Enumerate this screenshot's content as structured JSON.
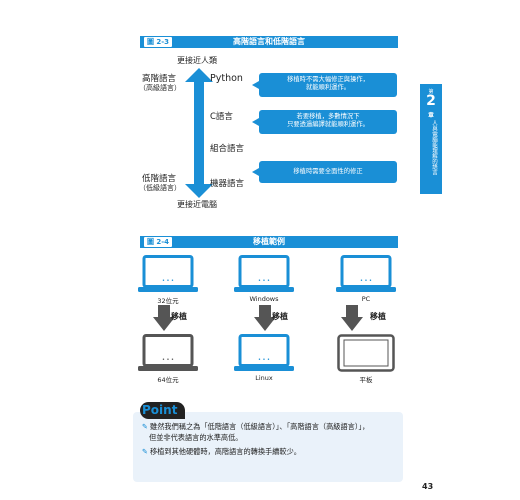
{
  "figure1": {
    "tag": "圖 2-3",
    "title": "高階語言和低階語言",
    "top_label": "更接近人類",
    "bottom_label": "更接近電腦",
    "high_label": "高階語言",
    "high_sub": "（高級語言）",
    "low_label": "低階語言",
    "low_sub": "（低級語言）",
    "languages": [
      "Python",
      "C語言",
      "組合語言",
      "機器語言"
    ],
    "callouts": [
      "移植時不需大幅修正與操作，\n就能順利運作。",
      "若要移植，多數情況下\n只要透過編譯就能順利運作。",
      "移植時需要全面性的修正"
    ]
  },
  "figure2": {
    "tag": "圖 2-4",
    "title": "移植範例",
    "sources": [
      "32位元",
      "Windows",
      "PC"
    ],
    "targets": [
      "64位元",
      "Linux",
      "平板"
    ],
    "arrow_label": "移植"
  },
  "side_tab": {
    "chapter_prefix": "第",
    "number": "2",
    "chapter_suffix": "章",
    "text": "人與電腦能理解的語言"
  },
  "point": {
    "label": "Point",
    "lines": [
      "雖然我們稱之為「低階語言（低級語言）」、「高階語言（高級語言）」，",
      "但並非代表語言的水準高低。",
      "移植到其他硬體時，高階語言的轉換手續較少。"
    ]
  },
  "page_number": "43",
  "colors": {
    "accent": "#1a8fd6",
    "dark": "#555555"
  }
}
